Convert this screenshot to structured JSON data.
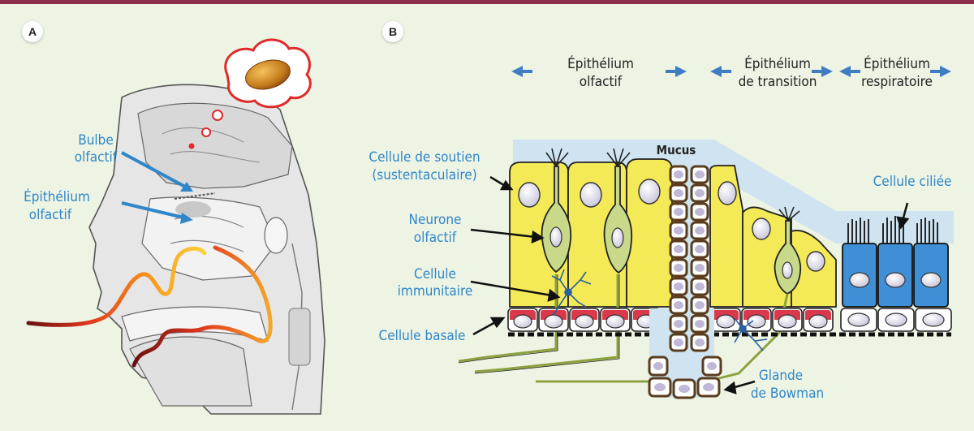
{
  "panels": {
    "a": "A",
    "b": "B"
  },
  "panel_a": {
    "labels": {
      "bulbe_line1": "Bulbe",
      "bulbe_line2": "olfactif",
      "epithelium_line1": "Épithélium",
      "epithelium_line2": "olfactif"
    }
  },
  "panel_b": {
    "zones": {
      "olfactif_line1": "Épithélium",
      "olfactif_line2": "olfactif",
      "transition_line1": "Épithélium",
      "transition_line2": "de transition",
      "respiratoire_line1": "Épithélium",
      "respiratoire_line2": "respiratoire"
    },
    "labels": {
      "mucus": "Mucus",
      "soutien_line1": "Cellule de soutien",
      "soutien_line2": "(sustentaculaire)",
      "neurone_line1": "Neurone",
      "neurone_line2": "olfactif",
      "immun_line1": "Cellule",
      "immun_line2": "immunitaire",
      "basale": "Cellule basale",
      "ciliee": "Cellule ciliée",
      "glande_line1": "Glande",
      "glande_line2": "de Bowman"
    }
  },
  "colors": {
    "accent_blue": "#2f86c8",
    "border": "#8c2f48",
    "supporting_cell": "#f4ea58",
    "neuron": "#c9d98a",
    "ciliated_cell": "#3f8fd6",
    "mucus": "#cfe4f0",
    "basal_red": "#d9394a",
    "gland": "#7a5a35"
  }
}
